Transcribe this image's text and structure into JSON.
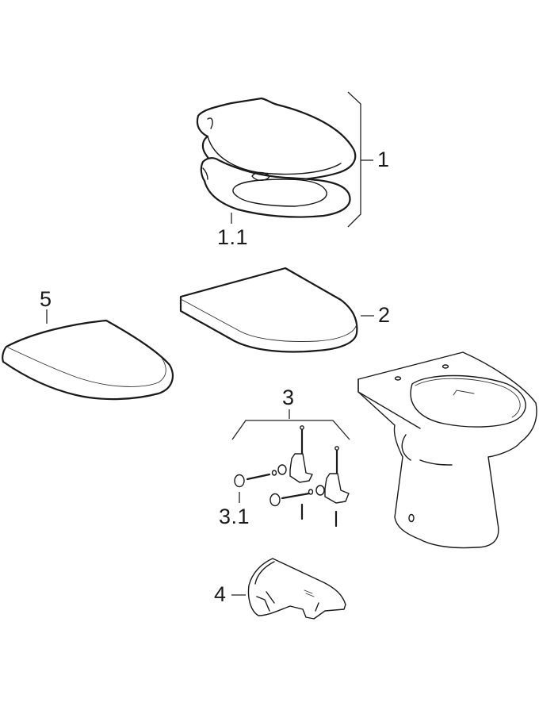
{
  "diagram": {
    "type": "exploded-parts-view",
    "background": "#ffffff",
    "line_color": "#1a1a1a",
    "parts": [
      {
        "id": "1",
        "label": "1",
        "description": "seat and cover assembly (bracket group)"
      },
      {
        "id": "1.1",
        "label": "1.1",
        "description": "toilet seat ring"
      },
      {
        "id": "2",
        "label": "2",
        "description": "toilet lid, flat D-shaped"
      },
      {
        "id": "3",
        "label": "3",
        "description": "hinge fixing set (bracket group)"
      },
      {
        "id": "3.1",
        "label": "3.1",
        "description": "cover cap / washer"
      },
      {
        "id": "4",
        "label": "4",
        "description": "hinge cover"
      },
      {
        "id": "5",
        "label": "5",
        "description": "toilet lid, rounded"
      }
    ],
    "unlabeled_items": [
      {
        "name": "floor-standing toilet bowl"
      }
    ]
  },
  "callouts": {
    "c1": "1",
    "c1_1": "1.1",
    "c2": "2",
    "c3": "3",
    "c3_1": "3.1",
    "c4": "4",
    "c5": "5"
  }
}
